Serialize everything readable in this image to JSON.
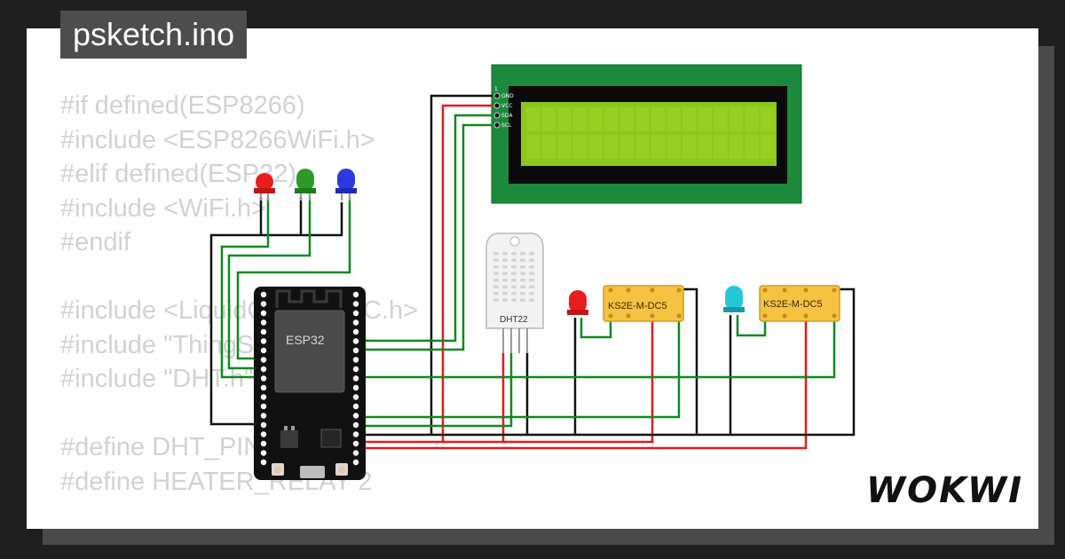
{
  "header": {
    "title": "psketch.ino"
  },
  "code_lines": [
    "#if defined(ESP8266)",
    "#include <ESP8266WiFi.h>",
    "#elif defined(ESP32)",
    "#include <WiFi.h>",
    "#endif",
    "",
    "#include <LiquidCrystal_I2C.h>",
    "#include \"ThingSpeak.h\"",
    "#include \"DHT.h\"",
    "",
    "#define DHT_PIN 15",
    "#define HEATER_RELAY 2"
  ],
  "components": {
    "mcu_label": "ESP32",
    "sensor_label": "DHT22",
    "relay1_label": "KS2E-M-DC5",
    "relay2_label": "KS2E-M-DC5",
    "lcd_pins": [
      "GND",
      "VCC",
      "SDA",
      "SCL"
    ],
    "lcd_pin_one": "1"
  },
  "brand": {
    "logo": "WOKWI"
  },
  "colors": {
    "wire_black": "#111111",
    "wire_red": "#e01b1b",
    "wire_green": "#0e8a1e",
    "lcd_board": "#1b8a3c",
    "lcd_screen": "#8cc81c",
    "relay": "#f5c242",
    "led_red": "#e81e1e",
    "led_green": "#2a9a2a",
    "led_blue": "#2a3ae0",
    "led_cyan": "#25c8d8"
  }
}
